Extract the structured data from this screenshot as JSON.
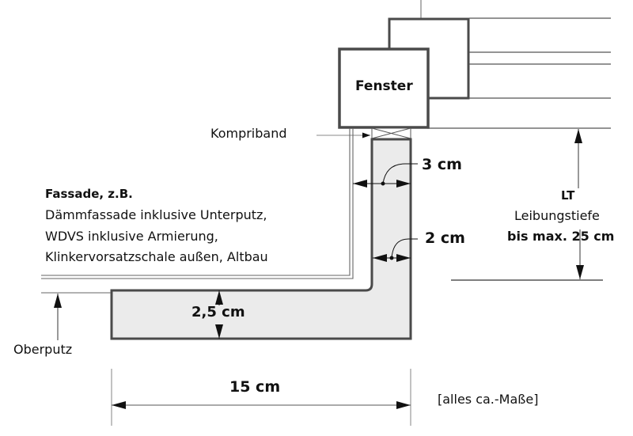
{
  "window": {
    "label": "Fenster"
  },
  "labels": {
    "kompriband": "Kompriband",
    "fassade_title": "Fassade, z.B.",
    "fassade_lines": [
      "Dämmfassade inklusive Unterputz,",
      "WDVS inklusive Armierung,",
      "Klinkervorsatzschale außen, Altbau"
    ],
    "oberputz": "Oberputz",
    "lt_title": "LT",
    "lt_sub": "Leibungstiefe",
    "lt_max": "bis max. 25 cm",
    "note": "[alles ca.-Maße]"
  },
  "dimensions": {
    "gap_3": "3 cm",
    "thickness_2": "2 cm",
    "thickness_25": "2,5 cm",
    "width_15": "15 cm"
  },
  "colors": {
    "line": "#4a4a4a",
    "profile_fill": "#ebebeb",
    "text": "#111111"
  }
}
